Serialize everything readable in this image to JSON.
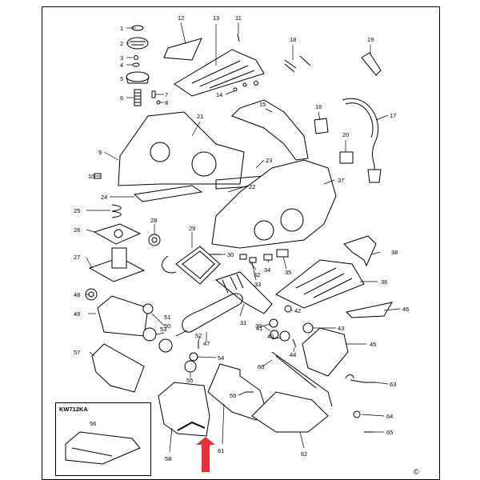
{
  "inset": {
    "title": "KW712KA",
    "part": "56"
  },
  "copyright_symbol": "©",
  "parts": [
    "1",
    "2",
    "3",
    "4",
    "5",
    "6",
    "7",
    "8",
    "9",
    "10",
    "11",
    "12",
    "13",
    "14",
    "15",
    "16",
    "17",
    "18",
    "19",
    "20",
    "21",
    "22",
    "23",
    "24",
    "25",
    "26",
    "27",
    "28",
    "29",
    "30",
    "31",
    "32",
    "33",
    "34",
    "35",
    "36",
    "37",
    "38",
    "39",
    "40",
    "41",
    "42",
    "43",
    "44",
    "45",
    "46",
    "47",
    "48",
    "49",
    "50",
    "51",
    "52",
    "53",
    "54",
    "55",
    "57",
    "58",
    "59",
    "60",
    "61",
    "62",
    "63",
    "64",
    "65"
  ],
  "colors": {
    "line": "#000000",
    "arrow": "#e8303a",
    "shade": "#9a9a9a"
  }
}
